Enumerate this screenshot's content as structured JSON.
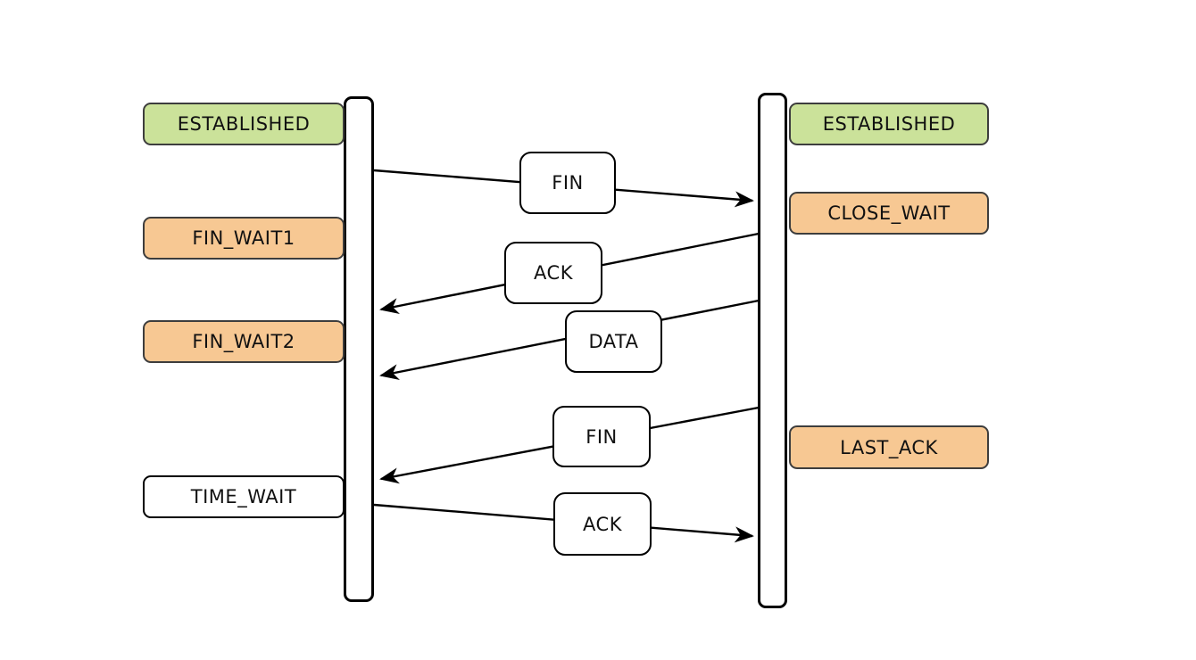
{
  "states": {
    "left": [
      {
        "label": "ESTABLISHED",
        "fill": "#cbe29a"
      },
      {
        "label": "FIN_WAIT1",
        "fill": "#f7c893"
      },
      {
        "label": "FIN_WAIT2",
        "fill": "#f7c893"
      },
      {
        "label": "TIME_WAIT",
        "fill": "#ffffff"
      }
    ],
    "right": [
      {
        "label": "ESTABLISHED",
        "fill": "#cbe29a"
      },
      {
        "label": "CLOSE_WAIT",
        "fill": "#f7c893"
      },
      {
        "label": "LAST_ACK",
        "fill": "#f7c893"
      }
    ]
  },
  "messages": [
    {
      "label": "FIN",
      "from": "left",
      "to": "right"
    },
    {
      "label": "ACK",
      "from": "right",
      "to": "left"
    },
    {
      "label": "DATA",
      "from": "right",
      "to": "left"
    },
    {
      "label": "FIN",
      "from": "right",
      "to": "left"
    },
    {
      "label": "ACK",
      "from": "left",
      "to": "right"
    }
  ],
  "colors": {
    "established_green": "#cbe29a",
    "transition_orange": "#f7c893",
    "line_color": "#000000",
    "state_border": "#3d3d3d",
    "background": "#ffffff"
  }
}
